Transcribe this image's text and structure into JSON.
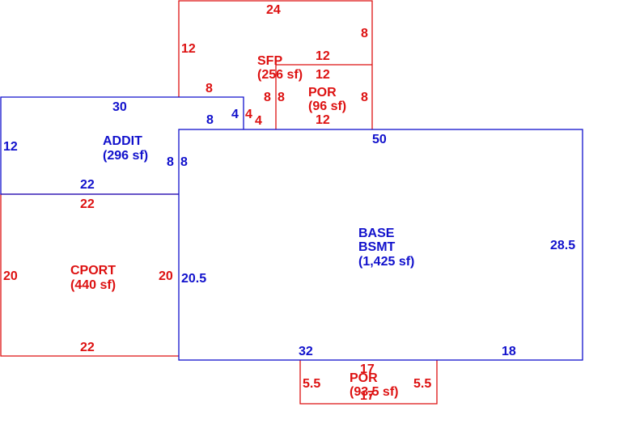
{
  "colors": {
    "red": "#dd1111",
    "blue": "#1111cc"
  },
  "areas": {
    "sfp": {
      "name": "SFP",
      "area": "(256 sf)"
    },
    "por_top": {
      "name": "POR",
      "area": "(96 sf)"
    },
    "addit": {
      "name": "ADDIT",
      "area": "(296 sf)"
    },
    "cport": {
      "name": "CPORT",
      "area": "(440 sf)"
    },
    "base": {
      "name1": "BASE",
      "name2": "BSMT",
      "area": "(1,425 sf)"
    },
    "por_bottom": {
      "name": "POR",
      "area": "(93.5 sf)"
    }
  },
  "dims": {
    "sfp_top": "24",
    "sfp_right": "8",
    "sfp_left": "12",
    "sfp_inner_bottom": "8",
    "por_top_top": "12",
    "por_top_top2": "12",
    "por_top_left_a": "8",
    "por_top_left_b": "8",
    "por_top_right": "8",
    "por_top_bottom": "12",
    "step_a": "4",
    "step_b": "4",
    "step_c": "4",
    "addit_top": "30",
    "addit_left": "12",
    "addit_right_a": "8",
    "addit_bottom": "22",
    "addit_inner": "8",
    "base_left_inner": "8",
    "cport_top": "22",
    "cport_left": "20",
    "cport_right": "20",
    "cport_bottom": "22",
    "base_top": "50",
    "base_right": "28.5",
    "base_left": "20.5",
    "base_bottom_a": "32",
    "base_bottom_b": "18",
    "por_bottom_top": "17",
    "por_bottom_left": "5.5",
    "por_bottom_right": "5.5",
    "por_bottom_bottom": "17"
  }
}
